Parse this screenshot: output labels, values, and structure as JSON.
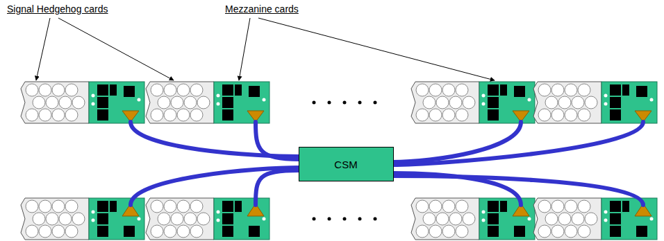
{
  "diagram": {
    "nodes": [
      {
        "text": [
          "CSM"
        ]
      }
    ],
    "labels": [
      "Signal Hedgehog cards",
      "Mezzanine cards"
    ]
  }
}
